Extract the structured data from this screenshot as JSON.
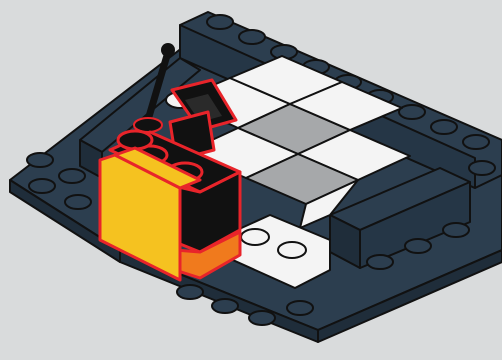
{
  "scene": {
    "subject": "lego-build-instruction-step",
    "colors": {
      "background": "#d9dbdc",
      "baseplate": "#2c3e4f",
      "baseplate_shadow": "#1f2d3a",
      "tile_white": "#f4f4f4",
      "tile_gray": "#a6a8aa",
      "highlight_red": "#e8242a",
      "yellow_brick": "#f5c220",
      "orange_brick": "#f07a1d",
      "black_part": "#111111"
    },
    "highlighted_parts": [
      "console-assembly",
      "steering-wheel",
      "lever"
    ]
  }
}
